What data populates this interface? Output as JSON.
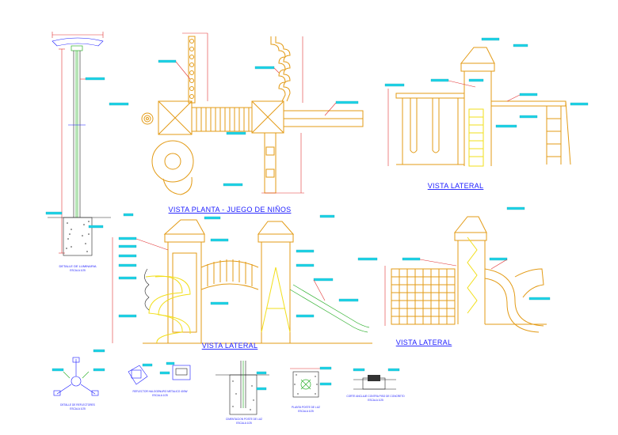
{
  "titles": {
    "planta": "VISTA PLANTA - JUEGO DE NIÑOS",
    "lateral_top_right": "VISTA LATERAL",
    "lateral_bottom_center": "VISTA LATERAL",
    "lateral_bottom_right": "VISTA LATERAL"
  },
  "details": {
    "detalle_luminaria": "DETALLE DE LUMINARIA",
    "escala_luminaria": "ESCALA 1/25",
    "detalle_reflectores": "DETALLE DE REFLECTORES",
    "escala_reflectores": "ESCALA 1/25",
    "reflector": "REFLECTOR HALOGENURO METALICO 400W",
    "escala_reflector": "ESCALA 1/25",
    "cimentacion": "CIMENTACION POSTE DE LUZ",
    "escala_cimentacion": "ESCALA 1/25",
    "planta_poste": "PLANTA POSTE DE LUZ",
    "escala_planta_poste": "ESCALA 1/25",
    "corte_anclaje": "CORTE ANCLAJE CONTRA PISO DE CONCRETO",
    "escala_corte": "ESCALA 1/25"
  },
  "colors": {
    "title_blue": "#1a1aff",
    "wood_orange": "#e39b16",
    "slide_yellow": "#f2df1a",
    "label_cyan": "#1fd3e6",
    "dimension_red": "#e23232"
  }
}
